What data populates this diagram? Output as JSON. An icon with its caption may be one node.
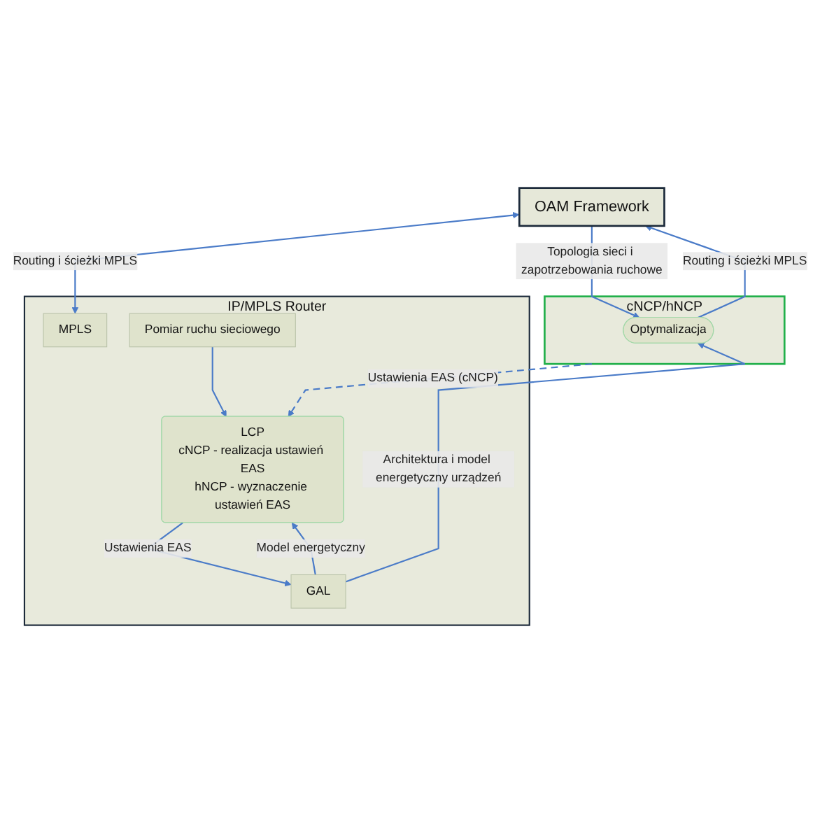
{
  "diagram": {
    "nodes": [
      {
        "text": [
          "OAM Framework"
        ]
      },
      {
        "text": [
          "IP/MPLS Router"
        ]
      },
      {
        "text": [
          "MPLS"
        ],
        "in": 1
      },
      {
        "text": [
          "Pomiar ruchu sieciowego"
        ],
        "in": 1
      },
      {
        "text": [
          "GAL"
        ],
        "in": 1
      },
      {
        "text": [
          "LCP",
          "cNCP - realizacja ustawień EAS",
          "hNCP - wyznaczenie ustawień EAS"
        ],
        "in": 1
      },
      {
        "text": [
          "cNCP/hNCP"
        ]
      },
      {
        "text": [
          "Optymalizacja"
        ],
        "in": 6
      }
    ],
    "edges": [
      {
        "from": 7,
        "to": 0,
        "arrow": "to",
        "label": "Routing i ścieżki MPLS"
      },
      {
        "from": 0,
        "to": 7,
        "arrow": "to",
        "label": "Topologia sieci i zapotrzebowania ruchowe"
      },
      {
        "from": 0,
        "to": 2,
        "arrow": "both",
        "label": "Routing i ścieżki MPLS"
      },
      {
        "from": 3,
        "to": 5,
        "arrow": "to"
      },
      {
        "from": 5,
        "to": 4,
        "arrow": "to",
        "label": "Ustawienia EAS"
      },
      {
        "from": 4,
        "to": 5,
        "arrow": "to",
        "label": "Model energetyczny"
      },
      {
        "from": 4,
        "to": 7,
        "arrow": "to",
        "label": "Architektura i model energetyczny urządzeń"
      },
      {
        "from": 6,
        "to": 5,
        "arrow": "to",
        "label": "Ustawienia EAS (cNCP)",
        "style": "dashed"
      }
    ]
  }
}
